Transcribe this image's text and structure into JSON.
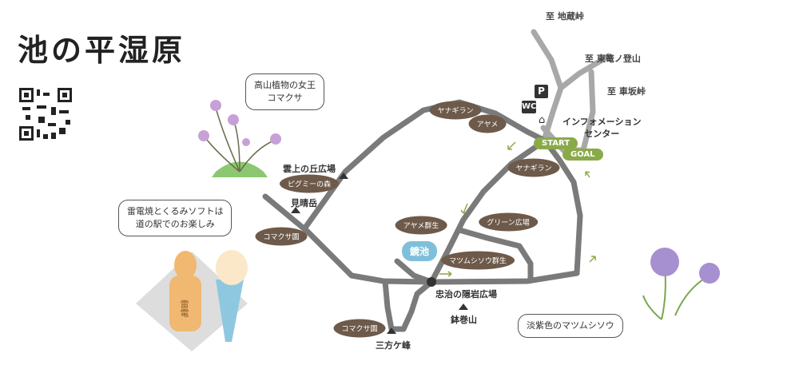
{
  "title": "池の平湿原",
  "colors": {
    "road": "#7a7a7a",
    "road_light": "#a8a8a8",
    "pill": "#6e5a4a",
    "green": "#8aaa4a",
    "pond": "#7fbfd9"
  },
  "destinations": [
    "至 地蔵峠",
    "至 東篭ノ登山",
    "至 車坂峠"
  ],
  "facilities": {
    "parking": "P",
    "toilet": "WC",
    "info": "インフォメーション\nセンター"
  },
  "route": {
    "start": "START",
    "goal": "GOAL"
  },
  "places": [
    "雲上の丘広場",
    "見晴岳",
    "忠治の隠岩広場",
    "鉢巻山",
    "三方ケ峰"
  ],
  "flower_spots": [
    "ヤナギラン",
    "アヤメ",
    "ヤナギラン",
    "ピグミーの森",
    "コマクサ園",
    "アヤメ群生",
    "グリーン広場",
    "マツムシソウ群生",
    "コマクサ園"
  ],
  "pond": "鏡池",
  "bubbles": {
    "komakusa": "高山植物の女王\nコマクサ",
    "food": "雷電焼とくるみソフトは\n道の駅でのお楽しみ",
    "matsumushi": "淡紫色のマツムシソウ"
  },
  "figure_text": "雷電"
}
